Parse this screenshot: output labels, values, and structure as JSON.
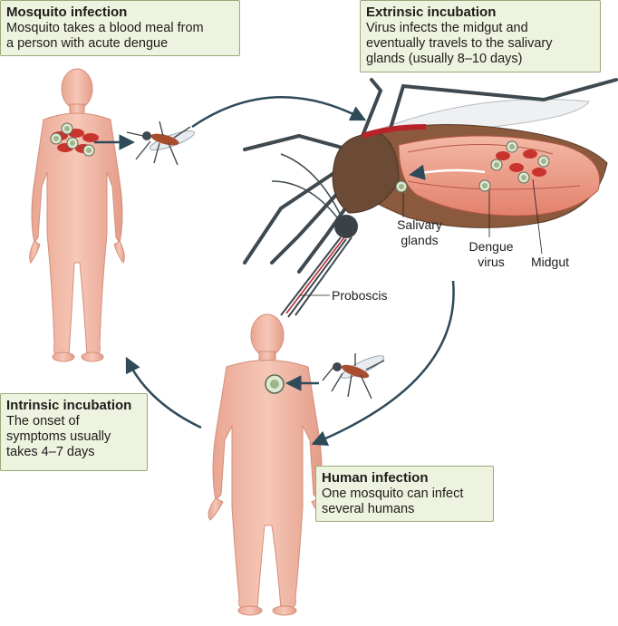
{
  "boxes": {
    "mosquito_infection": {
      "title": "Mosquito infection",
      "line1": "Mosquito takes a blood meal from",
      "line2": "a person with acute dengue"
    },
    "extrinsic_incubation": {
      "title": "Extrinsic incubation",
      "line1": "Virus infects the midgut and",
      "line2": "eventually travels to the salivary",
      "line3": "glands (usually 8–10 days)"
    },
    "intrinsic_incubation": {
      "title": "Intrinsic incubation",
      "line1": "The onset of",
      "line2": "symptoms usually",
      "line3": "takes 4–7 days"
    },
    "human_infection": {
      "title": "Human infection",
      "line1": "One mosquito can infect",
      "line2": "several humans"
    }
  },
  "labels": {
    "salivary_line1": "Salivary",
    "salivary_line2": "glands",
    "dengue_line1": "Dengue",
    "dengue_line2": "virus",
    "midgut": "Midgut",
    "proboscis": "Proboscis"
  },
  "colors": {
    "box_fill": "#eef3df",
    "box_border": "#9aa878",
    "human_skin": "#f1b8a6",
    "arrow": "#2f4a58",
    "mosquito_body": "#3f4950",
    "midgut": "#e79a87",
    "virus_red": "#c8332e"
  }
}
